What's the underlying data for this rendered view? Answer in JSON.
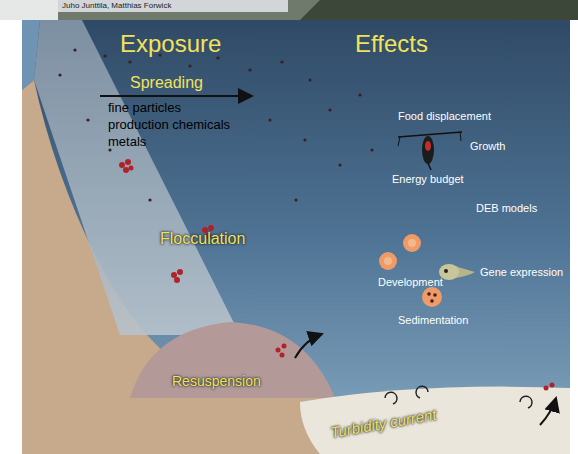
{
  "diagram": {
    "labels": [
      "Juho Junttila, Matthias Forwick",
      "Exposure",
      "Effects",
      "Spreading",
      "fine particles",
      "production chemicals",
      "metals",
      "Flocculation",
      "Food displacement",
      "Growth",
      "Energy budget",
      "DEB models",
      "Development",
      "Gene expression",
      "Sedimentation",
      "Resuspension",
      "Turbidity current"
    ]
  }
}
